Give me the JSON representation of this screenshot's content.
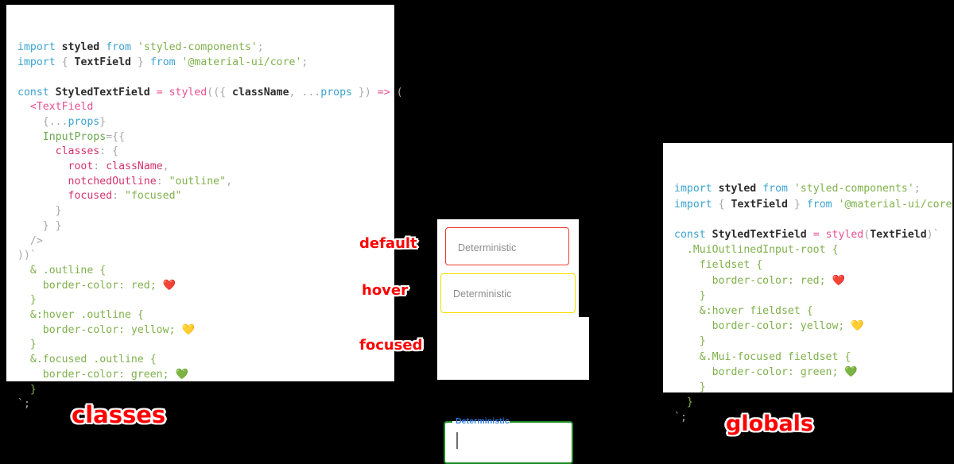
{
  "panels": {
    "classes": {
      "title": "classes",
      "code_lines": [
        [
          {
            "t": "import",
            "c": "kw"
          },
          {
            "t": " ",
            "c": "plain"
          },
          {
            "t": "styled",
            "c": "id"
          },
          {
            "t": " ",
            "c": "plain"
          },
          {
            "t": "from",
            "c": "kw"
          },
          {
            "t": " ",
            "c": "plain"
          },
          {
            "t": "'styled-components'",
            "c": "str"
          },
          {
            "t": ";",
            "c": "punc"
          }
        ],
        [
          {
            "t": "import",
            "c": "kw"
          },
          {
            "t": " ",
            "c": "plain"
          },
          {
            "t": "{",
            "c": "punc"
          },
          {
            "t": " ",
            "c": "plain"
          },
          {
            "t": "TextField",
            "c": "id"
          },
          {
            "t": " ",
            "c": "plain"
          },
          {
            "t": "}",
            "c": "punc"
          },
          {
            "t": " ",
            "c": "plain"
          },
          {
            "t": "from",
            "c": "kw"
          },
          {
            "t": " ",
            "c": "plain"
          },
          {
            "t": "'@material-ui/core'",
            "c": "str"
          },
          {
            "t": ";",
            "c": "punc"
          }
        ],
        [],
        [
          {
            "t": "const",
            "c": "kw"
          },
          {
            "t": " ",
            "c": "plain"
          },
          {
            "t": "StyledTextField",
            "c": "id"
          },
          {
            "t": " ",
            "c": "plain"
          },
          {
            "t": "=",
            "c": "op"
          },
          {
            "t": " ",
            "c": "plain"
          },
          {
            "t": "styled",
            "c": "fn"
          },
          {
            "t": "((",
            "c": "punc"
          },
          {
            "t": "{",
            "c": "punc"
          },
          {
            "t": " ",
            "c": "plain"
          },
          {
            "t": "className",
            "c": "id"
          },
          {
            "t": ",",
            "c": "punc"
          },
          {
            "t": " ",
            "c": "plain"
          },
          {
            "t": "...",
            "c": "punc"
          },
          {
            "t": "props",
            "c": "var"
          },
          {
            "t": " ",
            "c": "plain"
          },
          {
            "t": "}",
            "c": "punc"
          },
          {
            "t": ")",
            "c": "punc"
          },
          {
            "t": " ",
            "c": "plain"
          },
          {
            "t": "=>",
            "c": "op"
          },
          {
            "t": " ",
            "c": "plain"
          },
          {
            "t": "(",
            "c": "punc"
          }
        ],
        [
          {
            "t": "  ",
            "c": "plain"
          },
          {
            "t": "<TextField",
            "c": "tag"
          }
        ],
        [
          {
            "t": "    ",
            "c": "plain"
          },
          {
            "t": "{",
            "c": "punc"
          },
          {
            "t": "...",
            "c": "punc"
          },
          {
            "t": "props",
            "c": "var"
          },
          {
            "t": "}",
            "c": "punc"
          }
        ],
        [
          {
            "t": "    ",
            "c": "plain"
          },
          {
            "t": "InputProps",
            "c": "attr"
          },
          {
            "t": "=",
            "c": "punc"
          },
          {
            "t": "{{",
            "c": "punc"
          }
        ],
        [
          {
            "t": "      ",
            "c": "plain"
          },
          {
            "t": "classes",
            "c": "prop"
          },
          {
            "t": ":",
            "c": "punc"
          },
          {
            "t": " ",
            "c": "plain"
          },
          {
            "t": "{",
            "c": "punc"
          }
        ],
        [
          {
            "t": "        ",
            "c": "plain"
          },
          {
            "t": "root",
            "c": "prop"
          },
          {
            "t": ":",
            "c": "punc"
          },
          {
            "t": " ",
            "c": "plain"
          },
          {
            "t": "className",
            "c": "prop"
          },
          {
            "t": ",",
            "c": "punc"
          }
        ],
        [
          {
            "t": "        ",
            "c": "plain"
          },
          {
            "t": "notchedOutline",
            "c": "prop"
          },
          {
            "t": ":",
            "c": "punc"
          },
          {
            "t": " ",
            "c": "plain"
          },
          {
            "t": "\"outline\"",
            "c": "str"
          },
          {
            "t": ",",
            "c": "punc"
          }
        ],
        [
          {
            "t": "        ",
            "c": "plain"
          },
          {
            "t": "focused",
            "c": "prop"
          },
          {
            "t": ":",
            "c": "punc"
          },
          {
            "t": " ",
            "c": "plain"
          },
          {
            "t": "\"focused\"",
            "c": "str"
          }
        ],
        [
          {
            "t": "      ",
            "c": "plain"
          },
          {
            "t": "}",
            "c": "punc"
          }
        ],
        [
          {
            "t": "    ",
            "c": "plain"
          },
          {
            "t": "} }",
            "c": "punc"
          }
        ],
        [
          {
            "t": "  ",
            "c": "plain"
          },
          {
            "t": "/>",
            "c": "punc"
          }
        ],
        [
          {
            "t": "))`",
            "c": "punc"
          }
        ],
        [
          {
            "t": "  & .outline {",
            "c": "css"
          }
        ],
        [
          {
            "t": "    border-color: red; ",
            "c": "css"
          },
          {
            "t": "❤️",
            "c": "emoji"
          }
        ],
        [
          {
            "t": "  }",
            "c": "css"
          }
        ],
        [
          {
            "t": "  &:hover .outline {",
            "c": "css"
          }
        ],
        [
          {
            "t": "    border-color: yellow; ",
            "c": "css"
          },
          {
            "t": "💛",
            "c": "emoji"
          }
        ],
        [
          {
            "t": "  }",
            "c": "css"
          }
        ],
        [
          {
            "t": "  &.focused .outline {",
            "c": "css"
          }
        ],
        [
          {
            "t": "    border-color: green; ",
            "c": "css"
          },
          {
            "t": "💚",
            "c": "emoji"
          }
        ],
        [
          {
            "t": "  }",
            "c": "css"
          }
        ],
        [
          {
            "t": "`;",
            "c": "punc"
          }
        ]
      ]
    },
    "globals": {
      "title": "globals",
      "code_lines": [
        [
          {
            "t": "import",
            "c": "kw"
          },
          {
            "t": " ",
            "c": "plain"
          },
          {
            "t": "styled",
            "c": "id"
          },
          {
            "t": " ",
            "c": "plain"
          },
          {
            "t": "from",
            "c": "kw"
          },
          {
            "t": " ",
            "c": "plain"
          },
          {
            "t": "'styled-components'",
            "c": "str"
          },
          {
            "t": ";",
            "c": "punc"
          }
        ],
        [
          {
            "t": "import",
            "c": "kw"
          },
          {
            "t": " ",
            "c": "plain"
          },
          {
            "t": "{",
            "c": "punc"
          },
          {
            "t": " ",
            "c": "plain"
          },
          {
            "t": "TextField",
            "c": "id"
          },
          {
            "t": " ",
            "c": "plain"
          },
          {
            "t": "}",
            "c": "punc"
          },
          {
            "t": " ",
            "c": "plain"
          },
          {
            "t": "from",
            "c": "kw"
          },
          {
            "t": " ",
            "c": "plain"
          },
          {
            "t": "'@material-ui/core'",
            "c": "str"
          },
          {
            "t": ";",
            "c": "punc"
          }
        ],
        [],
        [
          {
            "t": "const",
            "c": "kw"
          },
          {
            "t": " ",
            "c": "plain"
          },
          {
            "t": "StyledTextField",
            "c": "id"
          },
          {
            "t": " ",
            "c": "plain"
          },
          {
            "t": "=",
            "c": "op"
          },
          {
            "t": " ",
            "c": "plain"
          },
          {
            "t": "styled",
            "c": "fn"
          },
          {
            "t": "(",
            "c": "punc"
          },
          {
            "t": "TextField",
            "c": "id"
          },
          {
            "t": ")`",
            "c": "punc"
          }
        ],
        [
          {
            "t": "  .MuiOutlinedInput-root {",
            "c": "css"
          }
        ],
        [
          {
            "t": "    fieldset {",
            "c": "css"
          }
        ],
        [
          {
            "t": "      border-color: red; ",
            "c": "css"
          },
          {
            "t": "❤️",
            "c": "emoji"
          }
        ],
        [
          {
            "t": "    }",
            "c": "css"
          }
        ],
        [
          {
            "t": "    &:hover fieldset {",
            "c": "css"
          }
        ],
        [
          {
            "t": "      border-color: yellow; ",
            "c": "css"
          },
          {
            "t": "💛",
            "c": "emoji"
          }
        ],
        [
          {
            "t": "    }",
            "c": "css"
          }
        ],
        [
          {
            "t": "    &.Mui-focused fieldset {",
            "c": "css"
          }
        ],
        [
          {
            "t": "      border-color: green; ",
            "c": "css"
          },
          {
            "t": "💚",
            "c": "emoji"
          }
        ],
        [
          {
            "t": "    }",
            "c": "css"
          }
        ],
        [
          {
            "t": "  }",
            "c": "css"
          }
        ],
        [
          {
            "t": "`;",
            "c": "punc"
          }
        ]
      ]
    }
  },
  "demo": {
    "fields": [
      {
        "state": "default",
        "label": "Deterministic",
        "border_color": "#ef3b2d",
        "value": ""
      },
      {
        "state": "hover",
        "label": "Deterministic",
        "border_color": "#f6e000",
        "value": ""
      },
      {
        "state": "focused",
        "label": "Deterministic",
        "border_color": "#1b8a22",
        "value": "",
        "label_color": "#2a7ae2"
      }
    ]
  },
  "annotations": {
    "default": "default",
    "hover": "hover",
    "focused": "focused",
    "classes": "classes",
    "globals": "globals"
  },
  "colors": {
    "background": "#000000",
    "panel": "#ffffff",
    "annotation": "#ff0000",
    "red": "#ef3b2d",
    "yellow": "#f6e000",
    "green": "#1b8a22",
    "focus_label_blue": "#2a7ae2"
  }
}
